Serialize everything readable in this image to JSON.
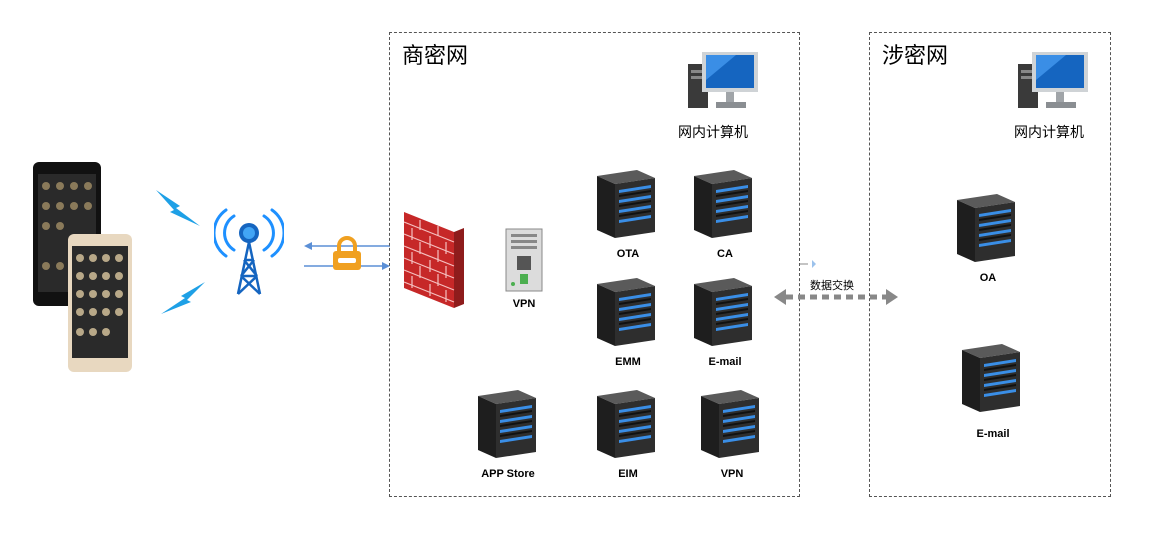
{
  "zones": {
    "commercial": {
      "title": "商密网"
    },
    "classified": {
      "title": "涉密网"
    }
  },
  "commercial_nodes": {
    "workstation": "网内计算机",
    "vpn_gateway": "VPN",
    "ota": "OTA",
    "ca": "CA",
    "emm": "EMM",
    "email": "E-mail",
    "app_store": "APP Store",
    "eim": "EIM",
    "vpn": "VPN"
  },
  "classified_nodes": {
    "workstation": "网内计算机",
    "oa": "OA",
    "email": "E-mail"
  },
  "exchange": {
    "label": "数据交换"
  },
  "colors": {
    "server_body": "#2b2b2b",
    "server_led": "#3a8ee6",
    "firewall": "#c62828",
    "lock": "#f0a020",
    "signal": "#1e90ff",
    "tower": "#1565c0",
    "arrow": "#5b8fd6"
  }
}
